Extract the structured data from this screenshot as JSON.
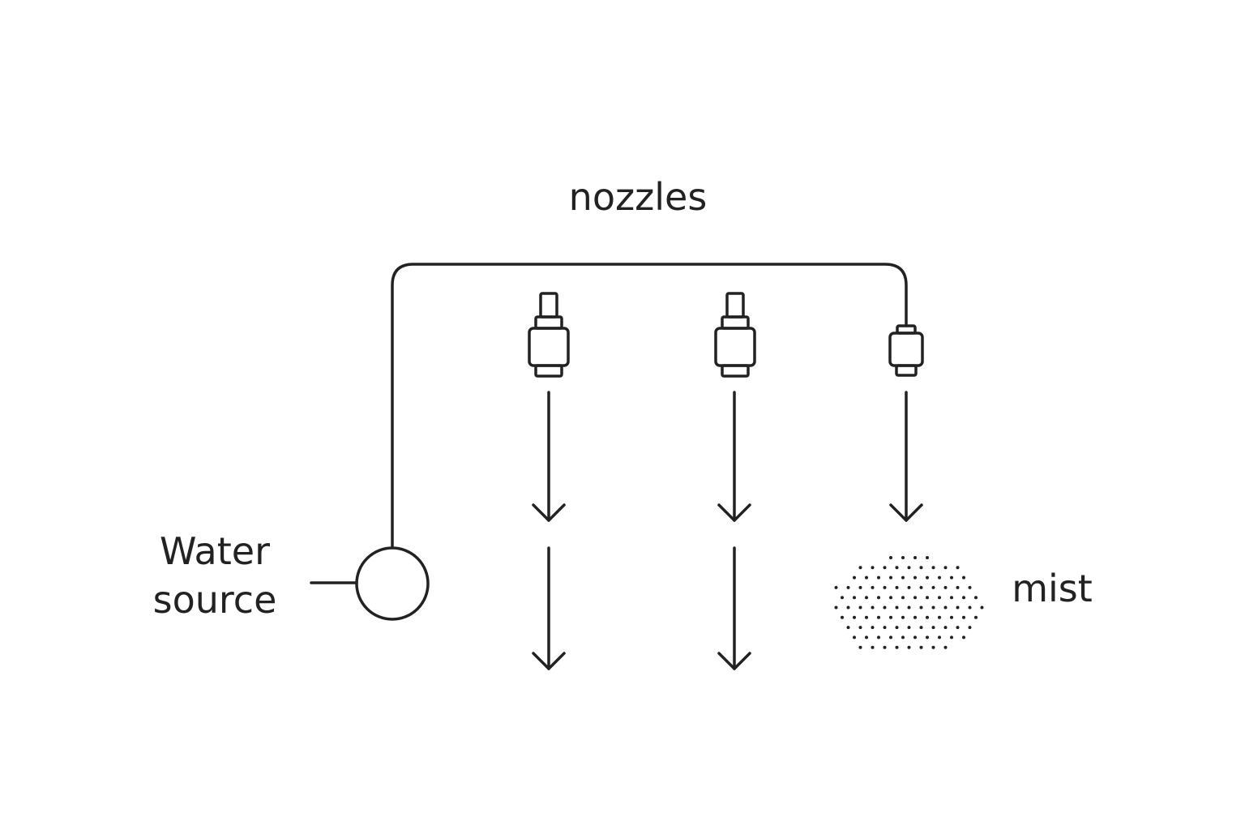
{
  "diagram": {
    "title": "nozzles",
    "source_label_line1": "Water",
    "source_label_line2": "source",
    "output_label": "mist",
    "stroke_color": "#222222",
    "background_color": "#ffffff",
    "nozzle_count": 3,
    "components": [
      {
        "name": "water-source",
        "kind": "circle"
      },
      {
        "name": "supply-pipe",
        "kind": "pipe"
      },
      {
        "name": "nozzle-1",
        "kind": "nozzle",
        "output": "stream"
      },
      {
        "name": "nozzle-2",
        "kind": "nozzle",
        "output": "stream"
      },
      {
        "name": "nozzle-3",
        "kind": "nozzle",
        "output": "mist"
      }
    ]
  }
}
